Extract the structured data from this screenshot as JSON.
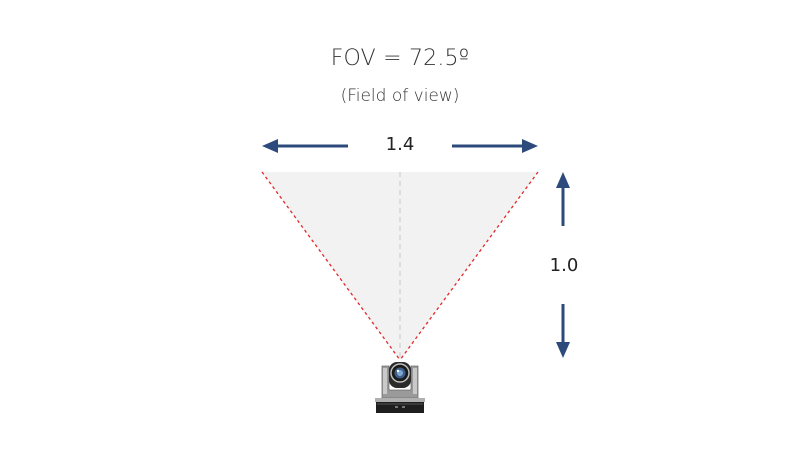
{
  "title": "FOV = 72.5º",
  "subtitle": "(Field of view)",
  "width_label": "1.4",
  "height_label": "1.0",
  "colors": {
    "arrow": "#2d4a7c",
    "fov_edge": "#e0282a",
    "fov_fill": "#f2f2f2",
    "center_line": "#c8c8c8",
    "text": "#222222"
  },
  "icons": {
    "camera": "ptz-camera-icon",
    "width_left": "arrow-left-icon",
    "width_right": "arrow-right-icon",
    "height_up": "arrow-up-icon",
    "height_down": "arrow-down-icon"
  }
}
